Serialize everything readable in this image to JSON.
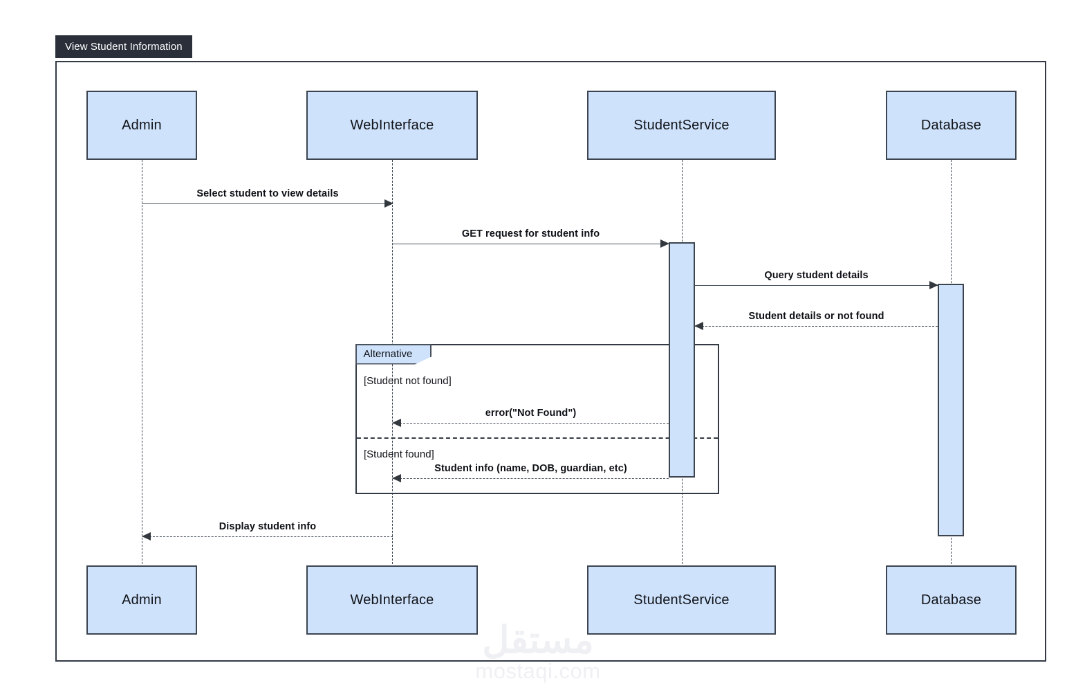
{
  "diagram": {
    "title": "View Student Information",
    "type": "uml-sequence-diagram",
    "colors": {
      "title_bar_bg": "#2a2f3a",
      "title_bar_text": "#ffffff",
      "participant_fill": "#cfe2fb",
      "participant_border": "#3c4450",
      "frame_border": "#333a45",
      "message_line": "#4a525e",
      "text": "#101318",
      "watermark": "#eef0f3"
    }
  },
  "participants": [
    {
      "id": "admin",
      "label": "Admin"
    },
    {
      "id": "webinterface",
      "label": "WebInterface"
    },
    {
      "id": "studentservice",
      "label": "StudentService"
    },
    {
      "id": "database",
      "label": "Database"
    }
  ],
  "messages": [
    {
      "id": "m1",
      "label": "Select student to view details",
      "from": "admin",
      "to": "webinterface",
      "style": "solid",
      "direction": "right"
    },
    {
      "id": "m2",
      "label": "GET request for student info",
      "from": "webinterface",
      "to": "studentservice",
      "style": "solid",
      "direction": "right"
    },
    {
      "id": "m3",
      "label": "Query student details",
      "from": "studentservice",
      "to": "database",
      "style": "solid",
      "direction": "right"
    },
    {
      "id": "m4",
      "label": "Student details or not found",
      "from": "database",
      "to": "studentservice",
      "style": "dashed",
      "direction": "left"
    },
    {
      "id": "m5",
      "label": "error(\"Not Found\")",
      "from": "studentservice",
      "to": "webinterface",
      "style": "dashed",
      "direction": "left"
    },
    {
      "id": "m6",
      "label": "Student info (name, DOB, guardian, etc)",
      "from": "studentservice",
      "to": "webinterface",
      "style": "dashed",
      "direction": "left"
    },
    {
      "id": "m7",
      "label": "Display student info",
      "from": "webinterface",
      "to": "admin",
      "style": "dashed",
      "direction": "left"
    }
  ],
  "fragment": {
    "operator": "Alternative",
    "guards": [
      {
        "id": "g1",
        "label": "[Student not found]"
      },
      {
        "id": "g2",
        "label": "[Student found]"
      }
    ]
  },
  "watermark": {
    "arabic": "مستقل",
    "latin": "mostaqi.com"
  }
}
